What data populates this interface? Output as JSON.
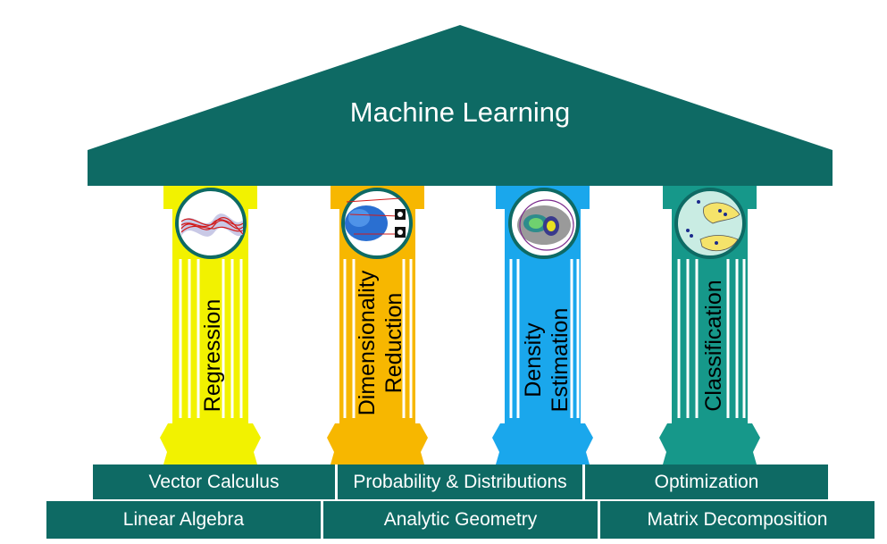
{
  "title": "Machine Learning",
  "pillars": [
    {
      "label": "Regression",
      "icon": "regression-curves-icon",
      "color": "#f2f200"
    },
    {
      "label": "Dimensionality Reduction",
      "icon": "scatter-projection-icon",
      "color": "#f7b700"
    },
    {
      "label": "Density Estimation",
      "icon": "density-contour-icon",
      "color": "#1aa7ec"
    },
    {
      "label": "Classification",
      "icon": "decision-boundary-icon",
      "color": "#16988a"
    }
  ],
  "foundations_upper": [
    "Vector Calculus",
    "Probability & Distributions",
    "Optimization"
  ],
  "foundations_lower": [
    "Linear Algebra",
    "Analytic Geometry",
    "Matrix Decomposition"
  ],
  "colors": {
    "roof": "#0e6a64",
    "foundation": "#0e6a64",
    "text_on_dark": "#ffffff"
  }
}
